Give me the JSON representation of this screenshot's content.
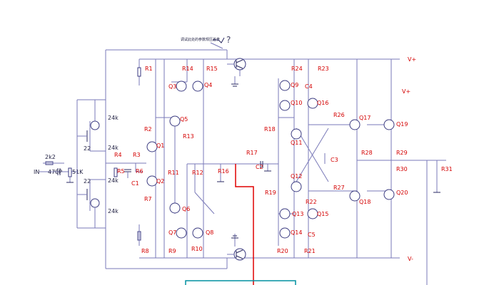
{
  "schematic": {
    "note": "调试此处的参数规压差表",
    "question_mark": "?",
    "rails": {
      "pos_top": "V+",
      "pos_mid": "V+",
      "neg_bottom": "V-"
    },
    "input": {
      "label": "IN",
      "r_series": "2k2",
      "c_series": "470P",
      "r_shunt": "51K"
    },
    "jfet_labels": {
      "upper": "22",
      "lower": "22"
    },
    "resistor_24k": [
      "24k",
      "24k",
      "24k",
      "24k"
    ],
    "resistors": {
      "R1": "R1",
      "R2": "R2",
      "R3": "R3",
      "R4": "R4",
      "R5": "R5",
      "R6": "R6",
      "R7": "R7",
      "R8": "R8",
      "R9": "R9",
      "R10": "R10",
      "R11": "R11",
      "R12": "R12",
      "R13": "R13",
      "R14": "R14",
      "R15": "R15",
      "R16": "R16",
      "R17": "R17",
      "R18": "R18",
      "R19": "R19",
      "R20": "R20",
      "R21": "R21",
      "R22": "R22",
      "R23": "R23",
      "R24": "R24",
      "R26": "R26",
      "R27": "R27",
      "R28": "R28",
      "R29": "R29",
      "R30": "R30",
      "R31": "R31"
    },
    "capacitors": {
      "C1": "C1",
      "C2": "C2",
      "C3": "C3",
      "C4": "C4",
      "C5": "C5"
    },
    "transistors": {
      "Q1": "Q1",
      "Q2": "Q2",
      "Q3": "Q3",
      "Q4": "Q4",
      "Q5": "Q5",
      "Q6": "Q6",
      "Q7": "Q7",
      "Q8": "Q8",
      "Q9": "Q9",
      "Q10": "Q10",
      "Q11": "Q11",
      "Q12": "Q12",
      "Q13": "Q13",
      "Q14": "Q14",
      "Q15": "Q15",
      "Q16": "Q16",
      "Q17": "Q17",
      "Q18": "Q18",
      "Q19": "Q19",
      "Q20": "Q20"
    },
    "colors": {
      "wire": "#7a7ab8",
      "label": "#d40000",
      "highlight_red": "#e00000",
      "highlight_cyan": "#0090a0"
    }
  }
}
